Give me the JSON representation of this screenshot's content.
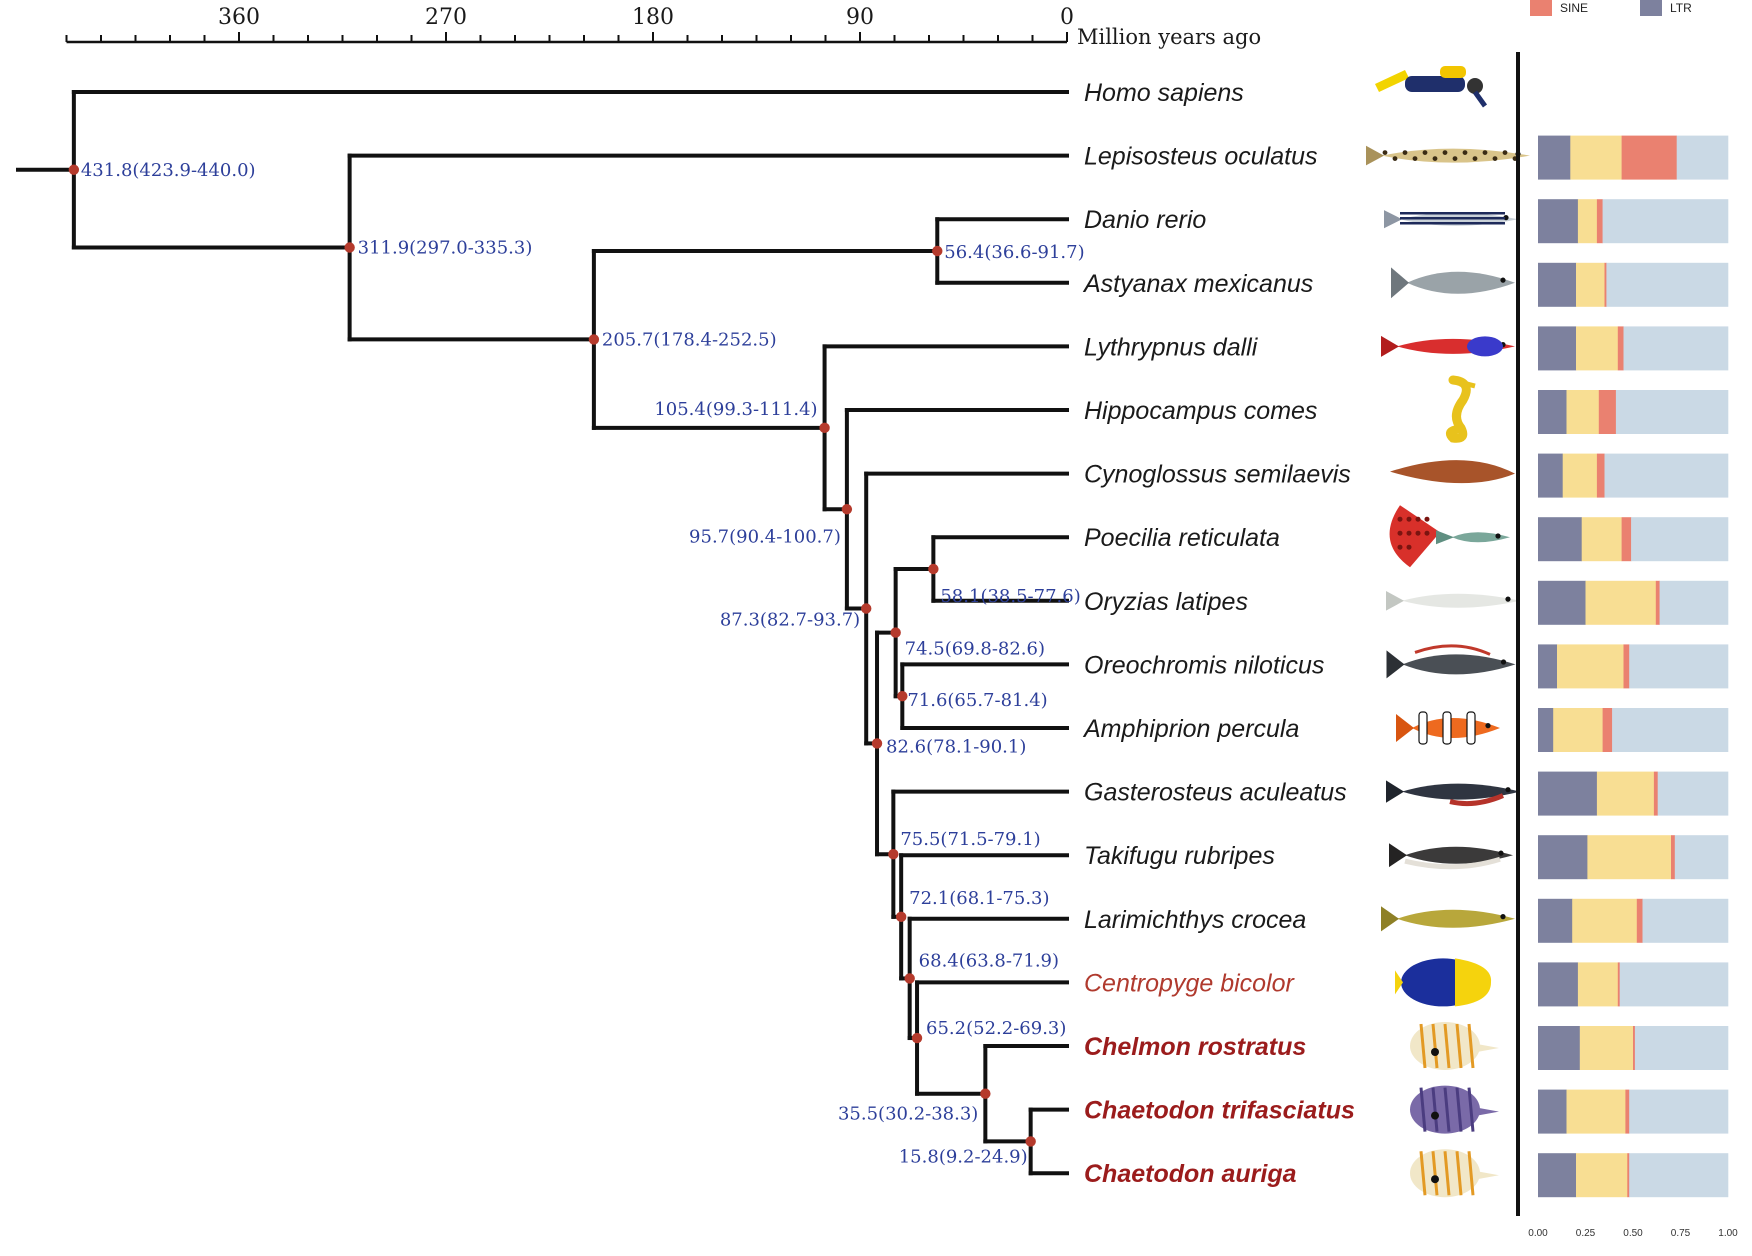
{
  "axis": {
    "title": "Million years ago",
    "ticks": [
      360,
      270,
      180,
      90,
      0
    ]
  },
  "legend": [
    {
      "name": "SINE",
      "color": "#ea8170"
    },
    {
      "name": "LTR",
      "color": "#7d819e"
    }
  ],
  "colors": {
    "dna": "#7d819e",
    "line": "#f8de93",
    "sine": "#ea8170",
    "other": "#cad9e5",
    "node": "#b53a2c",
    "nodeLabel": "#2d3f9a"
  },
  "bar_axis": {
    "ticks": [
      "0.00",
      "0.25",
      "0.50",
      "0.75",
      "1.00"
    ]
  },
  "species": [
    {
      "name": "Homo sapiens",
      "style": "normal",
      "icon": "diver-icon"
    },
    {
      "name": "Lepisosteus oculatus",
      "style": "normal",
      "icon": "gar-icon"
    },
    {
      "name": "Danio rerio",
      "style": "normal",
      "icon": "zebrafish-icon"
    },
    {
      "name": "Astyanax mexicanus",
      "style": "normal",
      "icon": "cavefish-icon"
    },
    {
      "name": "Lythrypnus dalli",
      "style": "normal",
      "icon": "goby-icon"
    },
    {
      "name": "Hippocampus comes",
      "style": "normal",
      "icon": "seahorse-icon"
    },
    {
      "name": "Cynoglossus semilaevis",
      "style": "normal",
      "icon": "tonguesole-icon"
    },
    {
      "name": "Poecilia reticulata",
      "style": "normal",
      "icon": "guppy-icon"
    },
    {
      "name": "Oryzias latipes",
      "style": "normal",
      "icon": "medaka-icon"
    },
    {
      "name": "Oreochromis niloticus",
      "style": "normal",
      "icon": "tilapia-icon"
    },
    {
      "name": "Amphiprion percula",
      "style": "normal",
      "icon": "clownfish-icon"
    },
    {
      "name": "Gasterosteus aculeatus",
      "style": "normal",
      "icon": "stickleback-icon"
    },
    {
      "name": "Takifugu rubripes",
      "style": "normal",
      "icon": "pufferfish-icon"
    },
    {
      "name": "Larimichthys crocea",
      "style": "normal",
      "icon": "croaker-icon"
    },
    {
      "name": "Centropyge bicolor",
      "style": "hl",
      "icon": "angelfish-icon"
    },
    {
      "name": "Chelmon rostratus",
      "style": "hl-bold",
      "icon": "butterflyfish-icon"
    },
    {
      "name": "Chaetodon trifasciatus",
      "style": "hl-bold",
      "icon": "butterflyfish-icon"
    },
    {
      "name": "Chaetodon auriga",
      "style": "hl-bold",
      "icon": "butterflyfish-icon"
    }
  ],
  "tree": {
    "root": "n1",
    "nodes": {
      "n1": {
        "age": 431.8,
        "label": "431.8(423.9-440.0)",
        "children": [
          "t0",
          "n2"
        ]
      },
      "n2": {
        "age": 311.9,
        "label": "311.9(297.0-335.3)",
        "children": [
          "t1",
          "n3"
        ]
      },
      "n3": {
        "age": 205.7,
        "label": "205.7(178.4-252.5)",
        "children": [
          "n4",
          "n5"
        ]
      },
      "n4": {
        "age": 56.4,
        "label": "56.4(36.6-91.7)",
        "children": [
          "t2",
          "t3"
        ]
      },
      "n5": {
        "age": 105.4,
        "label": "105.4(99.3-111.4)",
        "children": [
          "t4",
          "n6"
        ]
      },
      "n6": {
        "age": 95.7,
        "label": "95.7(90.4-100.7)",
        "children": [
          "t5",
          "n7"
        ]
      },
      "n7": {
        "age": 87.3,
        "label": "87.3(82.7-93.7)",
        "children": [
          "t6",
          "n8"
        ]
      },
      "n8": {
        "age": 82.6,
        "label": "82.6(78.1-90.1)",
        "children": [
          "n9",
          "n11"
        ]
      },
      "n9": {
        "age": 74.5,
        "label": "74.5(69.8-82.6)",
        "children": [
          "n10",
          "n12"
        ]
      },
      "n10": {
        "age": 58.1,
        "label": "58.1(38.5-77.6)",
        "children": [
          "t7",
          "t8"
        ]
      },
      "n12": {
        "age": 71.6,
        "label": "71.6(65.7-81.4)",
        "children": [
          "t9",
          "t10"
        ]
      },
      "n11": {
        "age": 75.5,
        "label": "75.5(71.5-79.1)",
        "children": [
          "t11",
          "n13"
        ]
      },
      "n13": {
        "age": 72.1,
        "label": "72.1(68.1-75.3)",
        "children": [
          "t12",
          "n14"
        ]
      },
      "n14": {
        "age": 68.4,
        "label": "68.4(63.8-71.9)",
        "children": [
          "t13",
          "n15"
        ]
      },
      "n15": {
        "age": 65.2,
        "label": "65.2(52.2-69.3)",
        "children": [
          "t14",
          "n16"
        ]
      },
      "n16": {
        "age": 35.5,
        "label": "35.5(30.2-38.3)",
        "children": [
          "t15",
          "n17"
        ]
      },
      "n17": {
        "age": 15.8,
        "label": "15.8(9.2-24.9)",
        "children": [
          "t16",
          "t17"
        ]
      }
    }
  },
  "te_composition": [
    null,
    {
      "dna": 0.17,
      "line": 0.27,
      "sine": 0.29,
      "other": 0.27
    },
    {
      "dna": 0.21,
      "line": 0.1,
      "sine": 0.03,
      "other": 0.66
    },
    {
      "dna": 0.2,
      "line": 0.15,
      "sine": 0.01,
      "other": 0.64
    },
    {
      "dna": 0.2,
      "line": 0.22,
      "sine": 0.03,
      "other": 0.55
    },
    {
      "dna": 0.15,
      "line": 0.17,
      "sine": 0.09,
      "other": 0.59
    },
    {
      "dna": 0.13,
      "line": 0.18,
      "sine": 0.04,
      "other": 0.65
    },
    {
      "dna": 0.23,
      "line": 0.21,
      "sine": 0.05,
      "other": 0.51
    },
    {
      "dna": 0.25,
      "line": 0.37,
      "sine": 0.02,
      "other": 0.36
    },
    {
      "dna": 0.1,
      "line": 0.35,
      "sine": 0.03,
      "other": 0.52
    },
    {
      "dna": 0.08,
      "line": 0.26,
      "sine": 0.05,
      "other": 0.61
    },
    {
      "dna": 0.31,
      "line": 0.3,
      "sine": 0.02,
      "other": 0.37
    },
    {
      "dna": 0.26,
      "line": 0.44,
      "sine": 0.02,
      "other": 0.28
    },
    {
      "dna": 0.18,
      "line": 0.34,
      "sine": 0.03,
      "other": 0.45
    },
    {
      "dna": 0.21,
      "line": 0.21,
      "sine": 0.01,
      "other": 0.57
    },
    {
      "dna": 0.22,
      "line": 0.28,
      "sine": 0.01,
      "other": 0.49
    },
    {
      "dna": 0.15,
      "line": 0.31,
      "sine": 0.02,
      "other": 0.52
    },
    {
      "dna": 0.2,
      "line": 0.27,
      "sine": 0.01,
      "other": 0.52
    }
  ]
}
